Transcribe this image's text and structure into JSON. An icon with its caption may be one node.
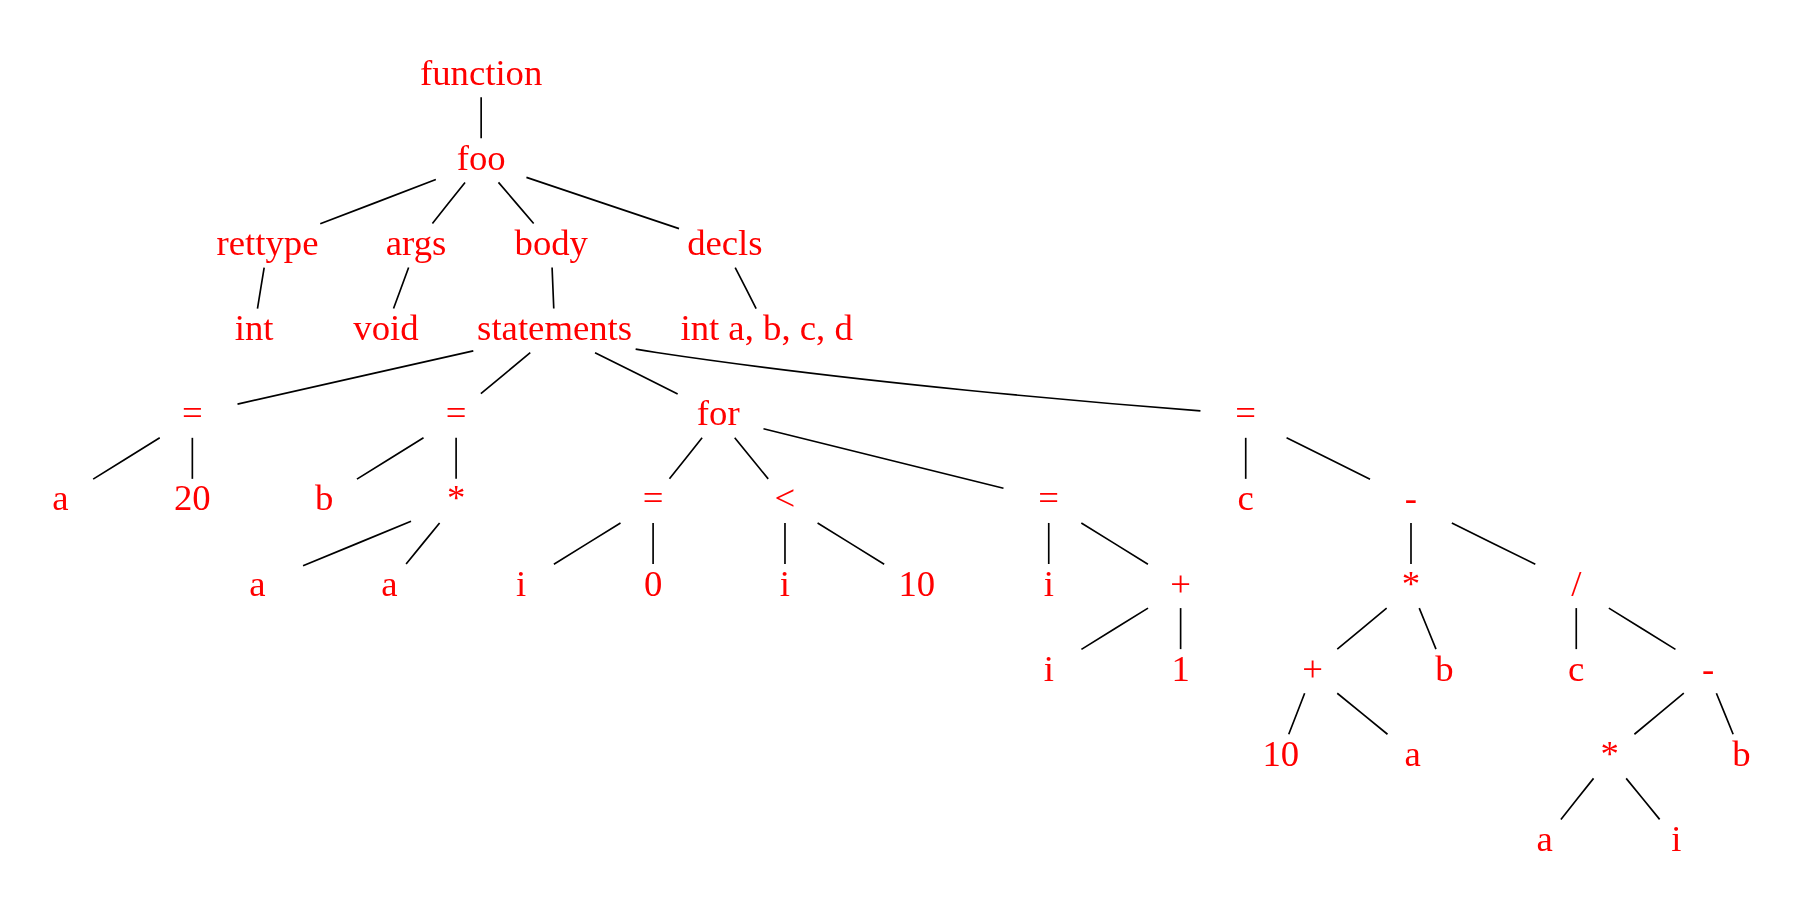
{
  "diagram": {
    "nodes": [
      {
        "text": [
          "function"
        ]
      },
      {
        "text": [
          "foo"
        ]
      },
      {
        "text": [
          "rettype"
        ]
      },
      {
        "text": [
          "args"
        ]
      },
      {
        "text": [
          "body"
        ]
      },
      {
        "text": [
          "decls"
        ]
      },
      {
        "text": [
          "int"
        ]
      },
      {
        "text": [
          "void"
        ]
      },
      {
        "text": [
          "statements"
        ]
      },
      {
        "text": [
          "int a, b, c, d"
        ]
      },
      {
        "text": [
          "="
        ]
      },
      {
        "text": [
          "="
        ]
      },
      {
        "text": [
          "for"
        ]
      },
      {
        "text": [
          "="
        ]
      },
      {
        "text": [
          "a"
        ]
      },
      {
        "text": [
          "20"
        ]
      },
      {
        "text": [
          "b"
        ]
      },
      {
        "text": [
          "*"
        ]
      },
      {
        "text": [
          "="
        ]
      },
      {
        "text": [
          "<"
        ]
      },
      {
        "text": [
          "="
        ]
      },
      {
        "text": [
          "c"
        ]
      },
      {
        "text": [
          "-"
        ]
      },
      {
        "text": [
          "a"
        ]
      },
      {
        "text": [
          "a"
        ]
      },
      {
        "text": [
          "i"
        ]
      },
      {
        "text": [
          "0"
        ]
      },
      {
        "text": [
          "i"
        ]
      },
      {
        "text": [
          "10"
        ]
      },
      {
        "text": [
          "i"
        ]
      },
      {
        "text": [
          "+"
        ]
      },
      {
        "text": [
          "*"
        ]
      },
      {
        "text": [
          "/"
        ]
      },
      {
        "text": [
          "i"
        ]
      },
      {
        "text": [
          "1"
        ]
      },
      {
        "text": [
          "+"
        ]
      },
      {
        "text": [
          "b"
        ]
      },
      {
        "text": [
          "c"
        ]
      },
      {
        "text": [
          "-"
        ]
      },
      {
        "text": [
          "10"
        ]
      },
      {
        "text": [
          "a"
        ]
      },
      {
        "text": [
          "*"
        ]
      },
      {
        "text": [
          "b"
        ]
      },
      {
        "text": [
          "a"
        ]
      },
      {
        "text": [
          "i"
        ]
      }
    ],
    "edges": [
      {
        "from": 0,
        "to": 1,
        "arrow": "none"
      },
      {
        "from": 1,
        "to": 2,
        "arrow": "none"
      },
      {
        "from": 1,
        "to": 3,
        "arrow": "none"
      },
      {
        "from": 1,
        "to": 4,
        "arrow": "none"
      },
      {
        "from": 1,
        "to": 5,
        "arrow": "none"
      },
      {
        "from": 2,
        "to": 6,
        "arrow": "none"
      },
      {
        "from": 3,
        "to": 7,
        "arrow": "none"
      },
      {
        "from": 4,
        "to": 8,
        "arrow": "none"
      },
      {
        "from": 5,
        "to": 9,
        "arrow": "none"
      },
      {
        "from": 8,
        "to": 10,
        "arrow": "none"
      },
      {
        "from": 8,
        "to": 11,
        "arrow": "none"
      },
      {
        "from": 8,
        "to": 12,
        "arrow": "none"
      },
      {
        "from": 8,
        "to": 13,
        "arrow": "none"
      },
      {
        "from": 10,
        "to": 14,
        "arrow": "none"
      },
      {
        "from": 10,
        "to": 15,
        "arrow": "none"
      },
      {
        "from": 11,
        "to": 16,
        "arrow": "none"
      },
      {
        "from": 11,
        "to": 17,
        "arrow": "none"
      },
      {
        "from": 17,
        "to": 23,
        "arrow": "none"
      },
      {
        "from": 17,
        "to": 24,
        "arrow": "none"
      },
      {
        "from": 12,
        "to": 18,
        "arrow": "none"
      },
      {
        "from": 12,
        "to": 19,
        "arrow": "none"
      },
      {
        "from": 12,
        "to": 20,
        "arrow": "none"
      },
      {
        "from": 18,
        "to": 25,
        "arrow": "none"
      },
      {
        "from": 18,
        "to": 26,
        "arrow": "none"
      },
      {
        "from": 19,
        "to": 27,
        "arrow": "none"
      },
      {
        "from": 19,
        "to": 28,
        "arrow": "none"
      },
      {
        "from": 20,
        "to": 29,
        "arrow": "none"
      },
      {
        "from": 20,
        "to": 30,
        "arrow": "none"
      },
      {
        "from": 30,
        "to": 33,
        "arrow": "none"
      },
      {
        "from": 30,
        "to": 34,
        "arrow": "none"
      },
      {
        "from": 13,
        "to": 21,
        "arrow": "none"
      },
      {
        "from": 13,
        "to": 22,
        "arrow": "none"
      },
      {
        "from": 22,
        "to": 31,
        "arrow": "none"
      },
      {
        "from": 22,
        "to": 32,
        "arrow": "none"
      },
      {
        "from": 31,
        "to": 35,
        "arrow": "none"
      },
      {
        "from": 31,
        "to": 36,
        "arrow": "none"
      },
      {
        "from": 35,
        "to": 39,
        "arrow": "none"
      },
      {
        "from": 35,
        "to": 40,
        "arrow": "none"
      },
      {
        "from": 32,
        "to": 37,
        "arrow": "none"
      },
      {
        "from": 32,
        "to": 38,
        "arrow": "none"
      },
      {
        "from": 38,
        "to": 41,
        "arrow": "none"
      },
      {
        "from": 38,
        "to": 42,
        "arrow": "none"
      },
      {
        "from": 41,
        "to": 43,
        "arrow": "none"
      },
      {
        "from": 41,
        "to": 44,
        "arrow": "none"
      }
    ]
  }
}
